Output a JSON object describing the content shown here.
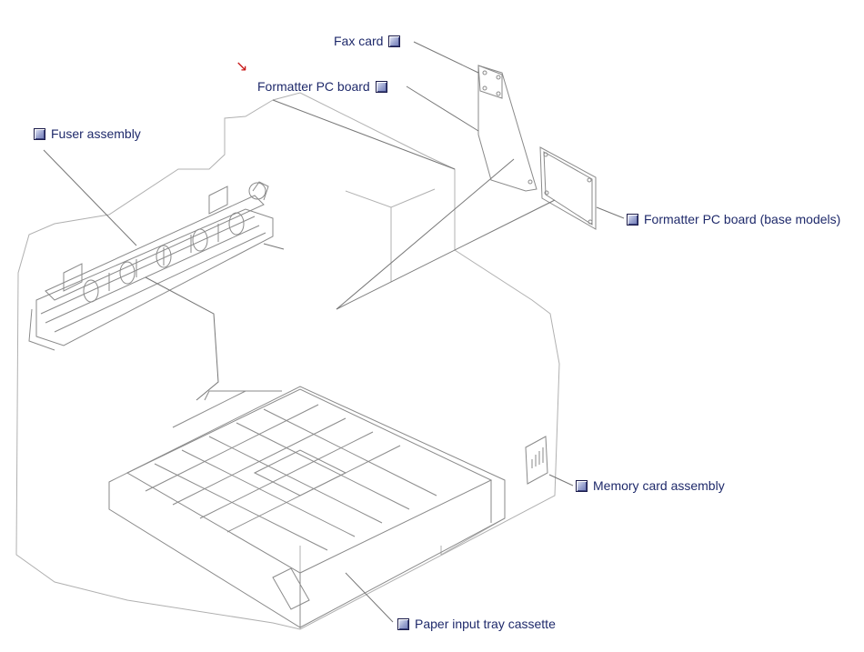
{
  "callouts": {
    "fax_card": "Fax card",
    "formatter_pc_board": "Formatter PC board",
    "fuser_assembly": "Fuser assembly",
    "formatter_base_models": "Formatter PC board (base models)",
    "memory_card_assembly": "Memory card assembly",
    "paper_input_tray_cassette": "Paper input tray cassette"
  },
  "icons": {
    "callout_button": "square-link-button-icon",
    "pointer": "red-arrow-icon"
  },
  "colors": {
    "label_text": "#1f2a6b",
    "line_art": "#9a9a9a",
    "leader_line": "#7a7a7a",
    "pointer": "#c81818"
  }
}
